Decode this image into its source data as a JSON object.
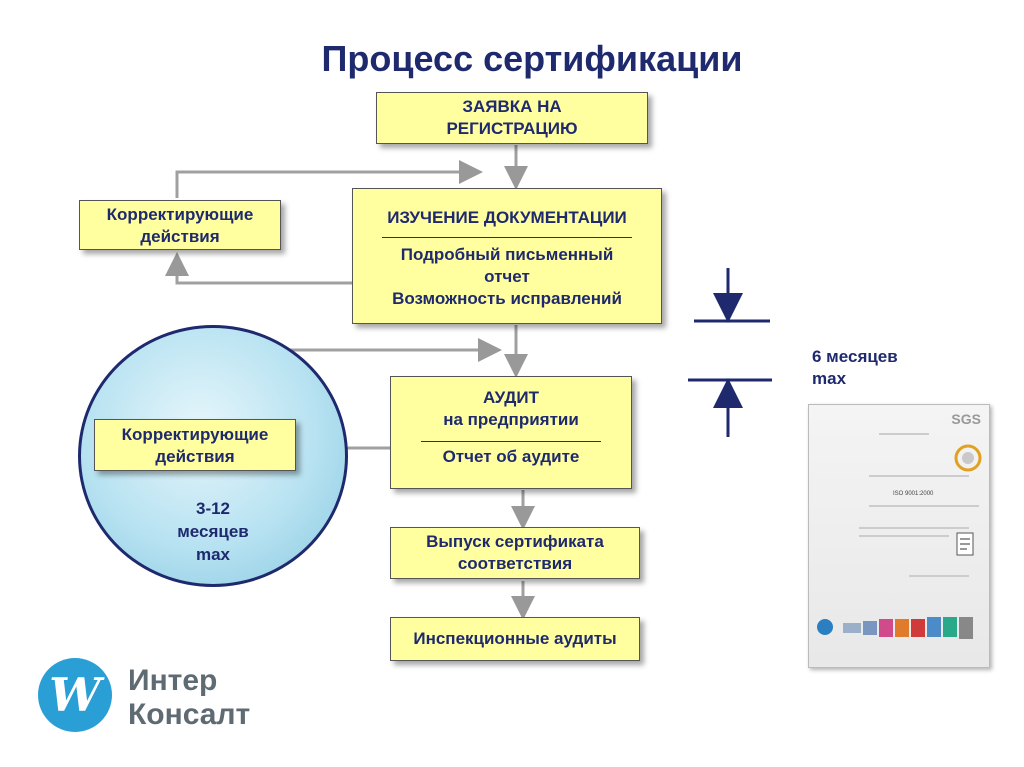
{
  "title": "Процесс сертификации",
  "steps": {
    "application": {
      "line1": "ЗАЯВКА НА",
      "line2": "РЕГИСТРАЦИЮ"
    },
    "doc_review": {
      "heading": "ИЗУЧЕНИЕ ДОКУМЕНТАЦИИ",
      "line1": "Подробный письменный",
      "line2": "отчет",
      "line3": "Возможность  исправлений"
    },
    "audit": {
      "line1": "АУДИТ",
      "line2": "на предприятии",
      "line3": "Отчет об аудите"
    },
    "issue": {
      "line1": "Выпуск сертификата",
      "line2": "соответствия"
    },
    "inspection": {
      "label": "Инспекционные аудиты"
    }
  },
  "corrective_top": {
    "line1": "Корректирующие",
    "line2": "действия"
  },
  "corrective_bottom": {
    "line1": "Корректирующие",
    "line2": "действия"
  },
  "circle_label": {
    "line1": "3-12",
    "line2": "месяцев",
    "line3": "max"
  },
  "months6": {
    "line1": "6 месяцев",
    "line2": "max"
  },
  "certificate": {
    "brand": "SGS",
    "standard": "ISO 9001:2000"
  },
  "logo": {
    "line1": "Интер",
    "line2": "Консалт"
  },
  "colors": {
    "box_fill": "#ffffa0",
    "text": "#1f2a6e",
    "circle": "#b7e2f1",
    "logo": "#2a9fd6"
  }
}
